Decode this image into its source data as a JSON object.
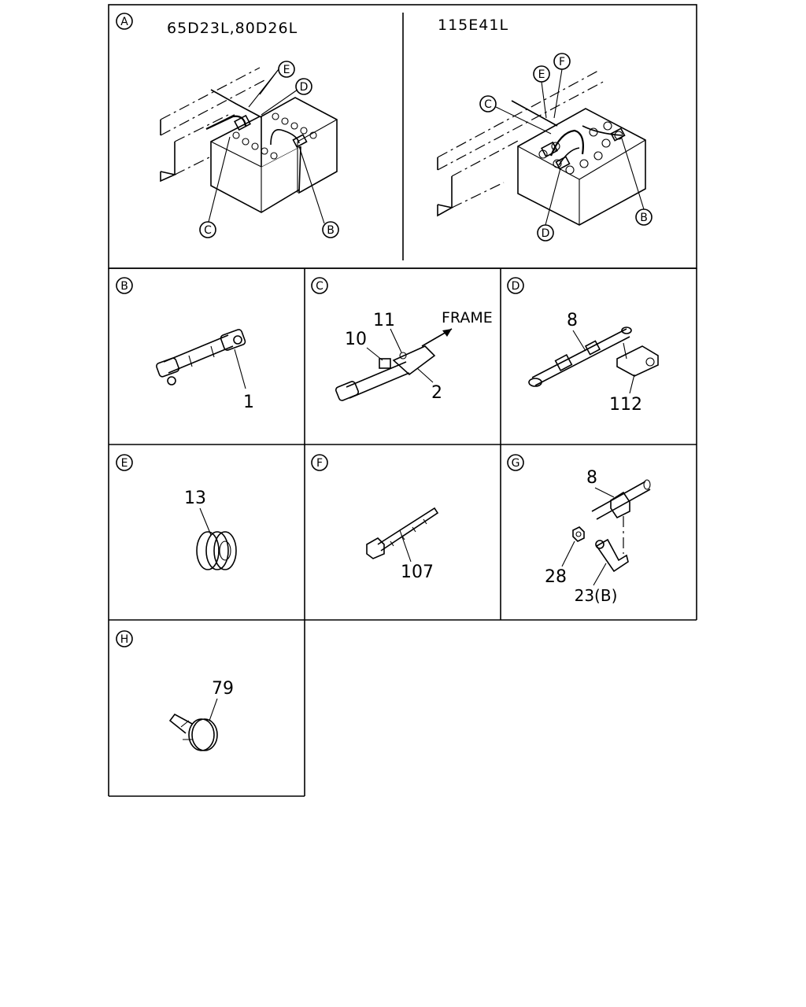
{
  "panels": {
    "A": {
      "letter": "A",
      "left_title": "65D23L,80D26L",
      "right_title": "115E41L",
      "left_callouts": {
        "e": "E",
        "d": "D",
        "c": "C",
        "b": "B"
      },
      "right_callouts": {
        "e": "E",
        "f": "F",
        "c": "C",
        "d": "D",
        "b": "B"
      }
    },
    "B": {
      "letter": "B",
      "parts": [
        "1"
      ]
    },
    "C": {
      "letter": "C",
      "parts": [
        "11",
        "10",
        "2"
      ],
      "frame_label": "FRAME"
    },
    "D": {
      "letter": "D",
      "parts": [
        "8",
        "112"
      ]
    },
    "E": {
      "letter": "E",
      "parts": [
        "13"
      ]
    },
    "F": {
      "letter": "F",
      "parts": [
        "107"
      ]
    },
    "G": {
      "letter": "G",
      "parts": [
        "8",
        "28",
        "23(B)"
      ]
    },
    "H": {
      "letter": "H",
      "parts": [
        "79"
      ]
    }
  }
}
